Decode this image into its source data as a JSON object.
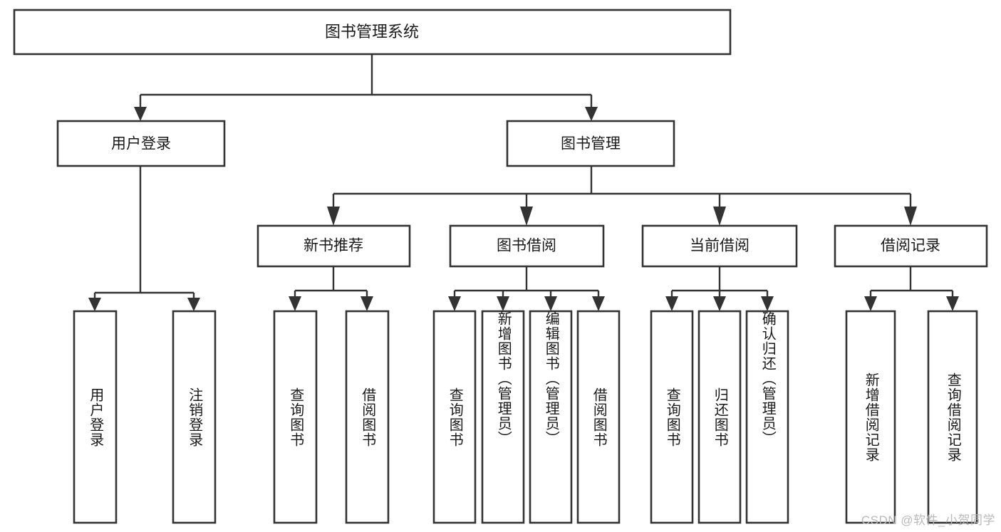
{
  "diagram": {
    "title": "图书管理系统",
    "type": "tree-hierarchy-diagram",
    "orientation": "top-down",
    "colors": {
      "stroke": "#333333",
      "fill": "#ffffff",
      "text": "#1a1a1a",
      "watermark": "#b9b9b9"
    },
    "root": {
      "label": "图书管理系统"
    },
    "level2": [
      {
        "label": "用户登录"
      },
      {
        "label": "图书管理"
      }
    ],
    "level3": [
      {
        "label": "新书推荐"
      },
      {
        "label": "图书借阅"
      },
      {
        "label": "当前借阅"
      },
      {
        "label": "借阅记录"
      }
    ],
    "leaves": {
      "user_login": [
        {
          "label": "用户登录"
        },
        {
          "label": "注销登录"
        }
      ],
      "new_book_recommend": [
        {
          "label": "查询图书"
        },
        {
          "label": "借阅图书"
        }
      ],
      "book_borrow": [
        {
          "label": "查询图书"
        },
        {
          "label": "新增图书（管理员）"
        },
        {
          "label": "编辑图书（管理员）"
        },
        {
          "label": "借阅图书"
        }
      ],
      "current_borrow": [
        {
          "label": "查询图书"
        },
        {
          "label": "归还图书"
        },
        {
          "label": "确认归还（管理员）"
        }
      ],
      "borrow_record": [
        {
          "label": "新增借阅记录"
        },
        {
          "label": "查询借阅记录"
        }
      ]
    }
  },
  "watermark": {
    "text": "CSDN @软件_小贺同学"
  }
}
